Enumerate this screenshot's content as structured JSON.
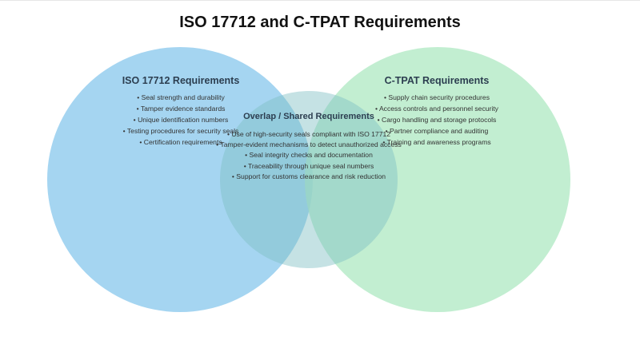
{
  "title": "ISO 17712 and C-TPAT Requirements",
  "colors": {
    "iso": "#8ecbee",
    "ctpat": "#b3eac6",
    "overlap": "#86c9c9"
  },
  "sets": {
    "iso": {
      "heading": "ISO 17712 Requirements",
      "items": [
        "• Seal strength and durability",
        "• Tamper evidence standards",
        "• Unique identification numbers",
        "• Testing procedures for security seals",
        "• Certification requirements"
      ]
    },
    "ctpat": {
      "heading": "C-TPAT Requirements",
      "items": [
        "• Supply chain security procedures",
        "• Access controls and personnel security",
        "• Cargo handling and storage protocols",
        "• Partner compliance and auditing",
        "• Training and awareness programs"
      ]
    },
    "overlap": {
      "heading": "Overlap / Shared Requirements",
      "items": [
        "• Use of high-security seals compliant with ISO 17712",
        "• Tamper-evident mechanisms to detect unauthorized access",
        "• Seal integrity checks and documentation",
        "• Traceability through unique seal numbers",
        "• Support for customs clearance and risk reduction"
      ]
    }
  }
}
